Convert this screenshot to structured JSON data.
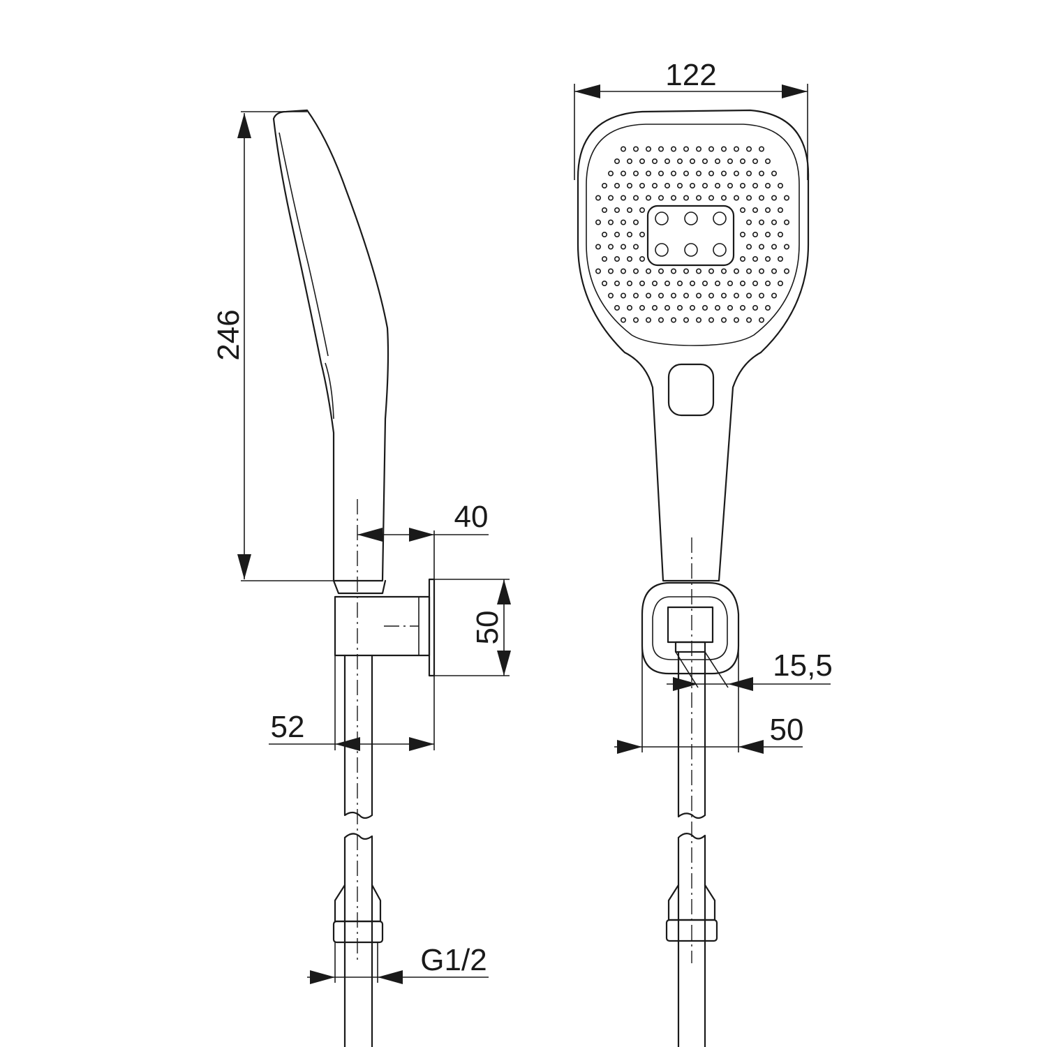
{
  "dimensions": {
    "height": "246",
    "width": "122",
    "holder_offset": "40",
    "holder_height": "50",
    "wall_distance": "52",
    "thread": "G1/2",
    "slot_width": "15,5",
    "holder_width": "50"
  },
  "colors": {
    "line": "#1a1a1a",
    "background": "#ffffff"
  }
}
